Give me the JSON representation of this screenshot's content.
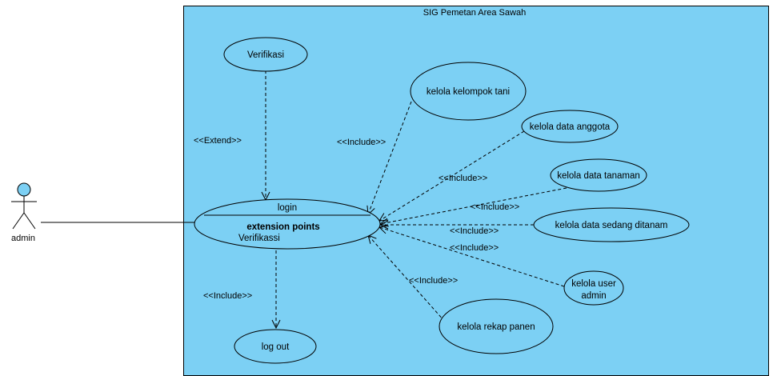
{
  "system": {
    "title": "SIG Pemetan Area Sawah",
    "fill": "#7cd0f4"
  },
  "actor": {
    "name": "admin",
    "head_color": "#7cd0f4"
  },
  "usecases": {
    "verifikasi": "Verifikasi",
    "login": "login",
    "extension_points_heading": "extension points",
    "extension_point": "Verifikassi",
    "logout": "log out",
    "kelompok_tani": "kelola kelompok tani",
    "data_anggota": "kelola data anggota",
    "data_tanaman": "kelola data tanaman",
    "data_sedang_ditanam": "kelola data sedang ditanam",
    "user_admin_line1": "kelola user",
    "user_admin_line2": "admin",
    "rekap_panen": "kelola rekap panen"
  },
  "stereotypes": {
    "extend": "<<Extend>>",
    "include": "<<Include>>"
  }
}
